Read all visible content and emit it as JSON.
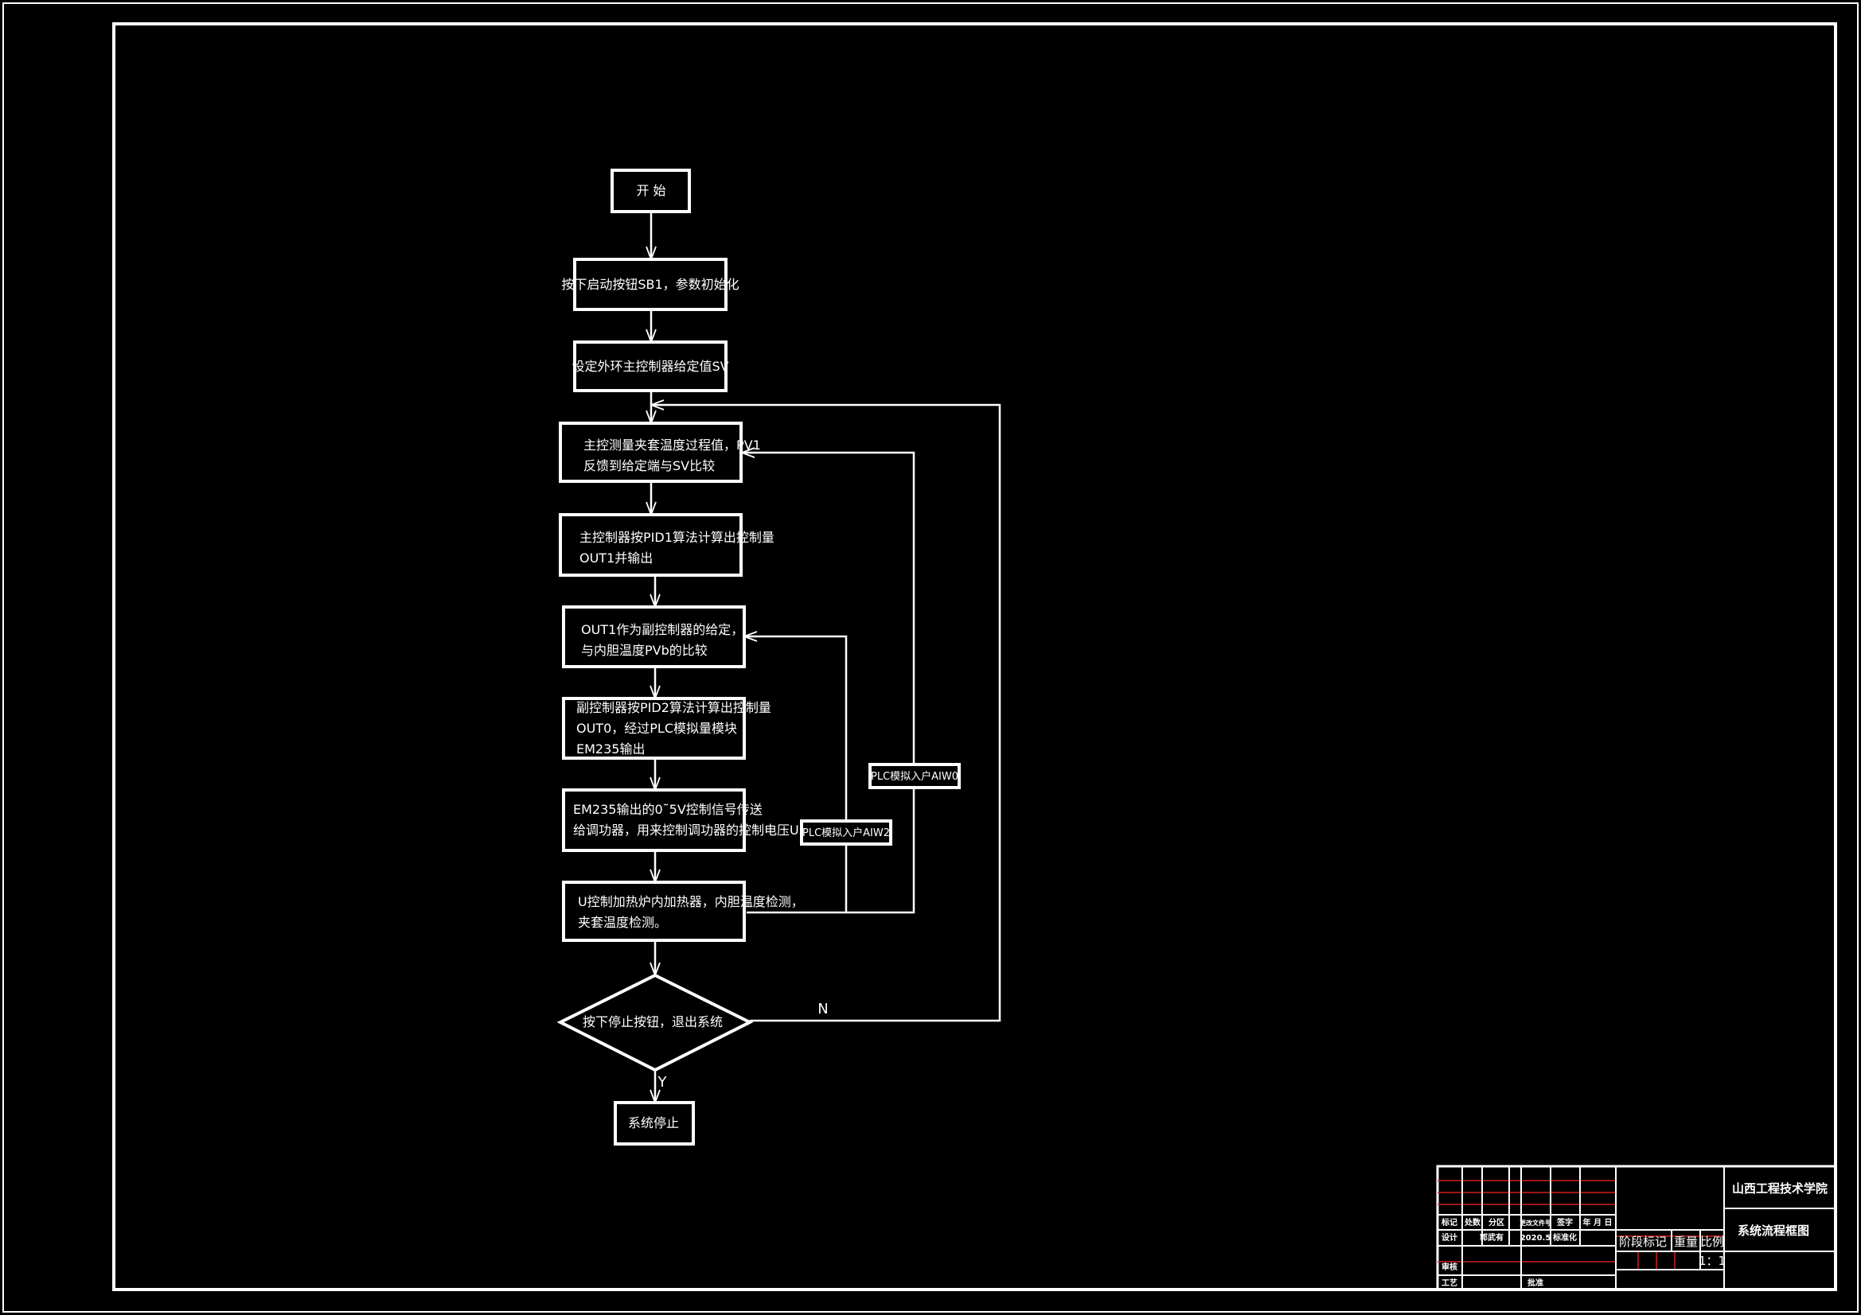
{
  "flowchart": {
    "nodes": {
      "start": [
        "开  始"
      ],
      "init": [
        "按下启动按钮SB1，参数初始化"
      ],
      "set_sv": [
        "设定外环主控制器给定值SV"
      ],
      "main_measure": [
        "主控测量夹套温度过程值，PV1",
        "反馈到给定端与SV比较"
      ],
      "pid1": [
        "主控制器按PID1算法计算出控制量",
        "OUT1并输出"
      ],
      "out1_set": [
        "OUT1作为副控制器的给定，",
        "与内胆温度PVb的比较"
      ],
      "pid2": [
        "副控制器按PID2算法计算出控制量",
        "OUT0，经过PLC模拟量模块",
        "EM235输出"
      ],
      "em235": [
        "EM235输出的0˜5V控制信号传送",
        "给调功器，用来控制调功器的控制电压U"
      ],
      "heater": [
        "U控制加热炉内加热器，内胆温度检测，",
        "夹套温度检测。"
      ],
      "decision": [
        "按下停止按钮，退出系统"
      ],
      "stop": [
        "系统停止"
      ]
    },
    "tags": {
      "aiw0": "PLC模拟入户AIW0",
      "aiw2": "PLC模拟入户AIW2"
    },
    "labels": {
      "no": "N",
      "yes": "Y"
    }
  },
  "title_block": {
    "school": "山西工程技术学院",
    "drawing_title": "系统流程框图",
    "headers": {
      "mark": "标记",
      "count": "处数",
      "zone": "分区",
      "change_doc": "更改文件号",
      "signature": "签字",
      "date": "年 月 日"
    },
    "design_row": {
      "design": "设计",
      "designer": "郭武有",
      "date_value": "2020.5",
      "standardize": "标准化"
    },
    "review": "审核",
    "process": "工艺",
    "approve": "批准",
    "stage_mark": "阶段标记",
    "weight": "重量",
    "scale": "比例",
    "scale_value": "1：1"
  }
}
